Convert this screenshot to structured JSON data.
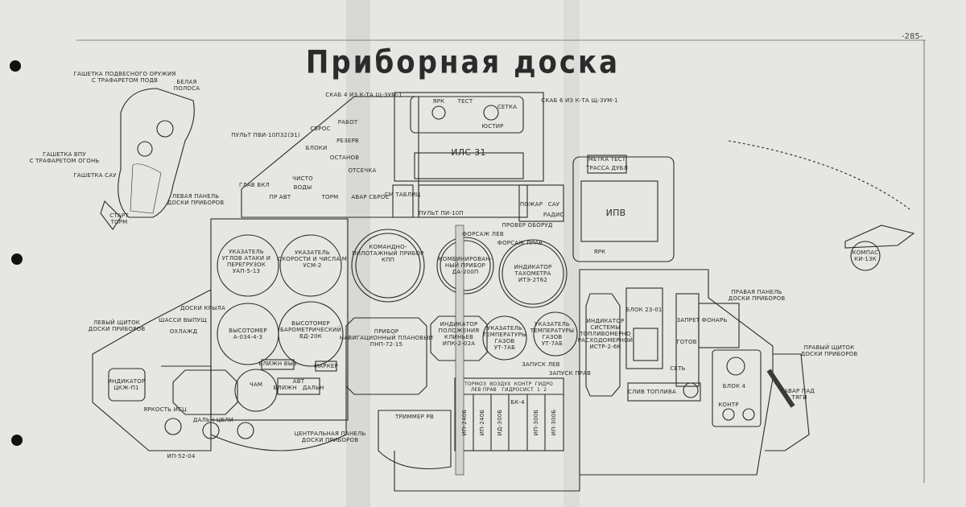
{
  "title": "Приборная доска",
  "page_number": "-285-",
  "colors": {
    "paper": "#e6e6e3",
    "ink": "#2a2a2a",
    "fold_shadow": "#cfcfcb"
  },
  "control_stick": {
    "weapon_trigger": "Гашетка подвесного оружия\nс трафаретом подв",
    "white_stripe": "Белая\nполоса",
    "vpu_trigger": "Гашетка ВПУ\nс трафаретом огонь",
    "sau_trigger": "Гашетка САУ",
    "start_brake": "Старт\nторм"
  },
  "callouts": {
    "left_panel": "Левая панель\nдоски приборов",
    "pvi_console": "Пульт ПВИ-10П32(Э1)",
    "skab4": "Скаб 4 из к-та Щ-3УМ-1",
    "skab6": "Скаб 6 из к-та Щ-3УМ-1",
    "left_shield": "Левый щиток\nдоски приборов",
    "central_panel": "Центральная панель\nдоски приборов",
    "right_panel": "Правая панель\nдоски приборов",
    "right_shield": "Правый щиток\nдоски приборов"
  },
  "hud": {
    "name": "ИЛС-31",
    "brightness": "ЯРК",
    "test": "ТЕСТ",
    "grid": "СЕТКА",
    "adjust": "ЮСТИР"
  },
  "pvi_panel": {
    "work": "РАБОТ",
    "reset": "СБРОС",
    "reserve": "РЕЗЕРВ",
    "blocks": "БЛОКИ",
    "stop": "ОСТАНОВ",
    "main_on": "ГЛАВ ВКЛ",
    "auto": "ПР АВТ",
    "water": "ВОДЫ",
    "clean": "ЧИСТО",
    "cutoff": "ОТСЕЧКА",
    "brake": "ТОРМ",
    "emergency_reset": "АВАР СБРОС"
  },
  "pi_panel": {
    "name": "Пульт ПИ-10П",
    "table": "СМ ТАБЛИЦ"
  },
  "warning_lights": [
    "ПОЖАР",
    "САУ",
    "ПРОВЕР ОБОРУД",
    "РАДИО"
  ],
  "ipv": {
    "name": "ИПВ",
    "mark_test": "МЕТКА ТЕСТ",
    "trace": "ТРАССА ДУБЛ",
    "brightness": "ЯРК"
  },
  "instruments": {
    "uap": "Указатель\nуглов атаки и\nперегрузок\nУАП-5-13",
    "usm": "Указатель\nскорости и числа М\nУСМ-2",
    "altimeter": "Высотомер\nА-034-4-3",
    "baro_altimeter": "Высотомер\nбарометрический\nВД-20К",
    "cham": "ЧАМ",
    "kpp": "Командно-\nпилотажный прибор\nКПП",
    "da200": "Комбинирован-\nный прибор\nДА-200П",
    "tacho": "Индикатор\nтахометра\nИТЭ-2Т62",
    "pnp": "Прибор\nнавигационный плановый\nПНП-72-15",
    "ipk": "Индикатор\nположения\nклиньев\nИПК-2-02А",
    "egt_left": "Указатель\nтемпературы\nгазов\nУТ-7АБ",
    "egt_right": "Указатель\nтемпературы\nгазов\nУТ-7АБ",
    "cockpit_indicator": "Индикатор\nЦКЖ-П1",
    "ip52": "ИП-52-04",
    "fuel_indicator": "Индикатор\nсистемы\nтопливомерно\nрасходомерной\nИСТР-2-6К",
    "block23": "Блок 23-01",
    "block4": "Блок 4",
    "compass": "КОМПАС\nКИ-13К"
  },
  "small_labels": {
    "near": "БЛИЖН ВЫЗ",
    "marker": "МАРКЕР",
    "auto_near_far": "АВТ\nБЛИЖН   ДАЛЬН",
    "gear_down": "ШАССИ ВЫПУЩ",
    "flaps": "ДОСКИ КРЫЛА",
    "cooling": "ОХЛАЖД",
    "brightness": "ЯРКОСТЬ ИСЦ",
    "target_range": "ДАЛЬН ЦЕЛИ",
    "afterburner_left": "ФОРСАЖ ЛЕВ",
    "afterburner_right": "ФОРСАЖ ПРАВ",
    "start_left": "ЗАПУСК ЛЕВ",
    "start_right": "ЗАПУСК ПРАВ",
    "trim": "ТРИММЕР РВ",
    "gauges_header": "ТОРМОЗ  ВОЗДУХ  КОНТР  ГИДРО\nЛЕВ ПРАВ   ГИДРОСИСТ  1  2",
    "bk4": "БК-4",
    "fuel_dump": "СЛИВ ТОПЛИВА",
    "network": "СЕТЬ",
    "control": "КОНТР",
    "emergency_jettison": "АВАР ПАД\nТЯГИ",
    "lock_canopy": "ЗАПРЕТ ФОНАРЬ",
    "ready": "ГОТОВ"
  },
  "gauge_column": [
    "ИП-240Б",
    "ИП-240Б",
    "ИД-300Б",
    "ИП-300Б",
    "ИП-300Б"
  ]
}
